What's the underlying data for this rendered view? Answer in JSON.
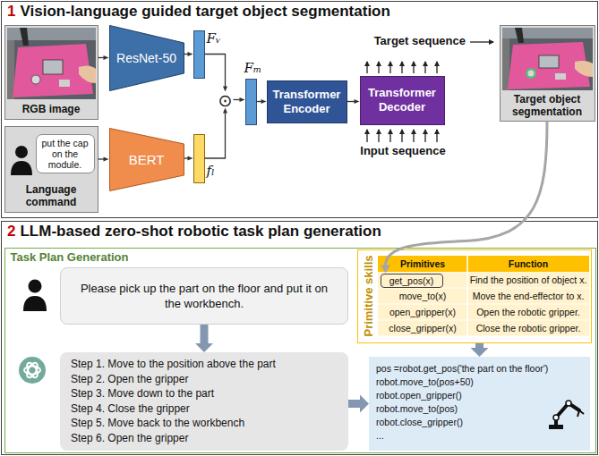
{
  "diagram": {
    "nodes": [
      {
        "text": [
          "1",
          "Vision-language guided target object segmentation"
        ]
      },
      {
        "text": [
          "RGB image"
        ],
        "in": 0
      },
      {
        "text": [
          "put the cap on the module.",
          "Language command"
        ],
        "in": 0
      },
      {
        "text": [
          "ResNet-50"
        ],
        "in": 0
      },
      {
        "text": [
          "BERT"
        ],
        "in": 0
      },
      {
        "text": [
          "Fᵥ"
        ],
        "in": 0
      },
      {
        "text": [
          "fₗ"
        ],
        "in": 0
      },
      {
        "text": [
          "⊙"
        ],
        "in": 0
      },
      {
        "text": [
          "Fₘ"
        ],
        "in": 0
      },
      {
        "text": [
          "Transformer Encoder"
        ],
        "in": 0
      },
      {
        "text": [
          "Transformer Decoder"
        ],
        "in": 0
      },
      {
        "text": [
          "Target object segmentation"
        ],
        "in": 0
      },
      {
        "text": [
          "2",
          "LLM-based zero-shot robotic task plan generation"
        ]
      },
      {
        "text": [
          "Task Plan Generation"
        ],
        "in": 12
      },
      {
        "text": [
          "Please pick up the part on the floor and put it on the workbench."
        ],
        "in": 13
      },
      {
        "text": [
          "Step 1. Move to the position above the part",
          "Step 2. Open the gripper",
          "Step 3. Move down to the part",
          "Step 4. Close the gripper",
          "Step 5. Move back to the workbench",
          "Step 6. Open the gripper"
        ],
        "in": 13
      },
      {
        "text": [
          "Primitive skills"
        ],
        "in": 13
      },
      {
        "text": [
          "get_pos(x)"
        ],
        "in": 16
      },
      {
        "text": [
          "pos =robot.get_pos('the part on the floor')",
          "robot.move_to(pos+50)",
          "robot.open_gripper()",
          "robot.move_to(pos)",
          "robot.close_gripper()",
          "..."
        ],
        "in": 13
      }
    ],
    "edges": [
      {
        "from": 1,
        "to": 3,
        "arrow": "to"
      },
      {
        "from": 2,
        "to": 4,
        "arrow": "to"
      },
      {
        "from": 3,
        "to": 5,
        "arrow": "to"
      },
      {
        "from": 4,
        "to": 6,
        "arrow": "to"
      },
      {
        "from": 5,
        "to": 7,
        "arrow": "to"
      },
      {
        "from": 6,
        "to": 7,
        "arrow": "to"
      },
      {
        "from": 7,
        "to": 8,
        "arrow": "to"
      },
      {
        "from": 8,
        "to": 9,
        "arrow": "to"
      },
      {
        "from": 9,
        "to": 10,
        "arrow": "to"
      },
      {
        "from": 11,
        "to": 17,
        "arrow": "to"
      },
      {
        "from": 14,
        "to": 15,
        "arrow": "to"
      },
      {
        "from": 15,
        "to": 18,
        "arrow": "to"
      },
      {
        "from": 16,
        "to": 18,
        "arrow": "to"
      }
    ],
    "labels": [
      "Target sequence",
      "Input sequence",
      "Primitives",
      "Function",
      "Find the position of object x.",
      "move_to(x)",
      "Move the end-effector to x.",
      "open_gripper(x)",
      "Open the robotic gripper.",
      "close_gripper(x)",
      "Close the robotic gripper."
    ]
  }
}
